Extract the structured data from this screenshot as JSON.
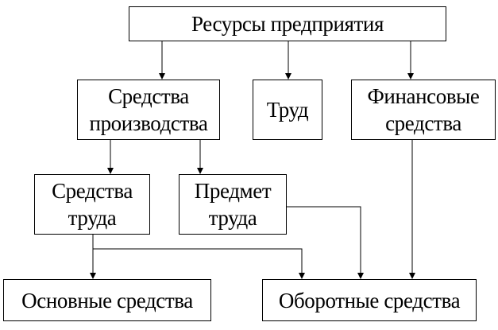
{
  "diagram": {
    "nodes": {
      "resources": "Ресурсы предприятия",
      "means_of_production": "Средства\nпроизводства",
      "labor": "Труд",
      "financial_means": "Финансовые\nсредства",
      "means_of_labor": "Средства\nтруда",
      "subject_of_labor": "Предмет\nтруда",
      "fixed_assets": "Основные средства",
      "working_capital": "Оборотные средства"
    },
    "edges": [
      {
        "from": "resources",
        "to": "means_of_production"
      },
      {
        "from": "resources",
        "to": "labor"
      },
      {
        "from": "resources",
        "to": "financial_means"
      },
      {
        "from": "means_of_production",
        "to": "means_of_labor"
      },
      {
        "from": "means_of_production",
        "to": "subject_of_labor"
      },
      {
        "from": "means_of_labor",
        "to": "fixed_assets"
      },
      {
        "from": "means_of_labor",
        "to": "working_capital"
      },
      {
        "from": "subject_of_labor",
        "to": "working_capital"
      },
      {
        "from": "financial_means",
        "to": "working_capital"
      }
    ],
    "colors": {
      "line": "#000000",
      "box_border": "#000000",
      "background": "#ffffff"
    }
  }
}
